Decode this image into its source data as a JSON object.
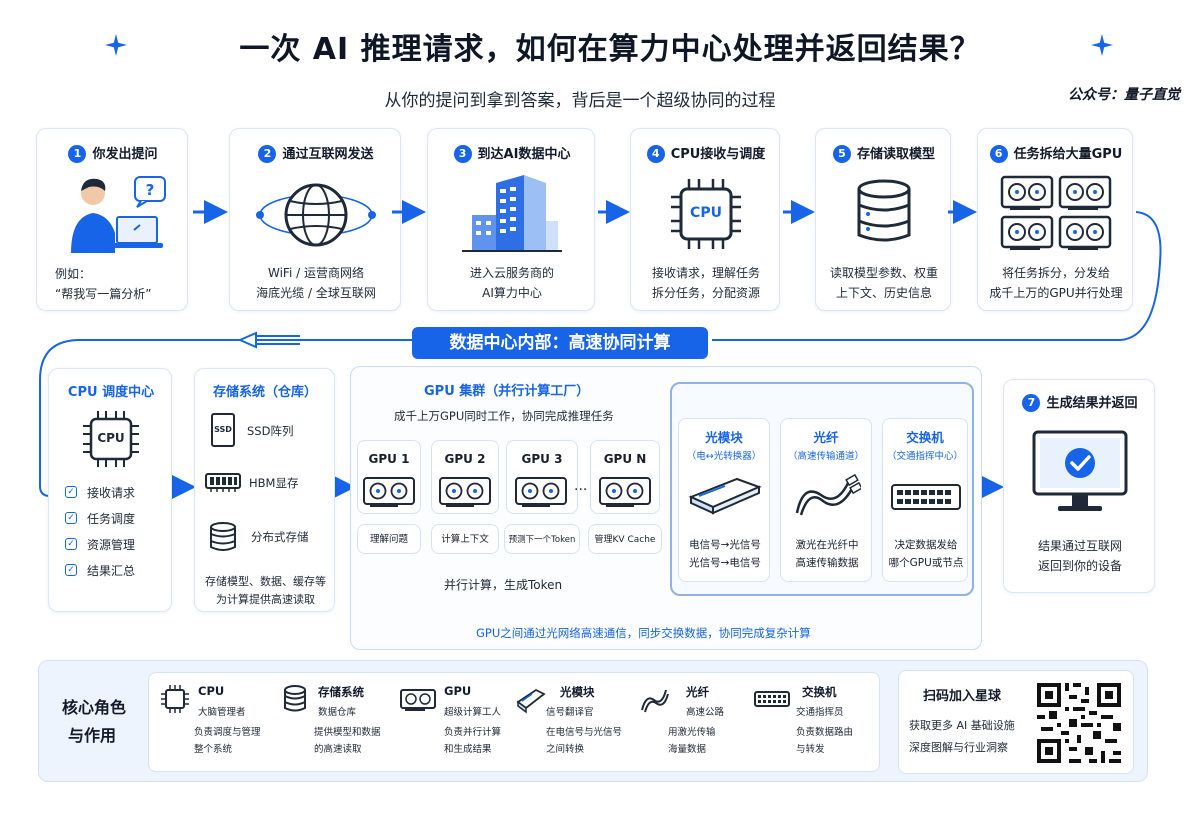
{
  "title": "一次 AI 推理请求，如何在算力中心处理并返回结果？",
  "subtitle": "从你的提问到拿到答案，背后是一个超级协同的过程",
  "watermark": "公众号：量子直觉",
  "colors": {
    "accent": "#1764e8",
    "light": "#e9f1fd",
    "text": "#131a2b"
  },
  "steps": [
    {
      "num": "1",
      "title": "你发出提问",
      "icon": "user-laptop-icon",
      "lines": [
        "例如：",
        "“帮我写一篇分析”"
      ]
    },
    {
      "num": "2",
      "title": "通过互联网发送",
      "icon": "globe-icon",
      "lines": [
        "WiFi / 运营商网络",
        "海底光缆 / 全球互联网"
      ]
    },
    {
      "num": "3",
      "title": "到达AI数据中心",
      "icon": "building-icon",
      "lines": [
        "进入云服务商的",
        "AI算力中心"
      ]
    },
    {
      "num": "4",
      "title": "CPU接收与调度",
      "icon": "cpu-icon",
      "chip_label": "CPU",
      "lines": [
        "接收请求，理解任务",
        "拆分任务，分配资源"
      ]
    },
    {
      "num": "5",
      "title": "存储读取模型",
      "icon": "database-icon",
      "lines": [
        "读取模型参数、权重",
        "上下文、历史信息"
      ]
    },
    {
      "num": "6",
      "title": "任务拆给大量GPU",
      "icon": "gpu-cards-icon",
      "lines": [
        "将任务拆分，分发给",
        "成千上万的GPU并行处理"
      ]
    }
  ],
  "section_banner": "数据中心内部：高速协同计算",
  "cpu_center": {
    "title": "CPU 调度中心",
    "chip_label": "CPU",
    "items": [
      "接收请求",
      "任务调度",
      "资源管理",
      "结果汇总"
    ]
  },
  "storage": {
    "title": "存储系统（仓库）",
    "items": [
      {
        "icon": "ssd-icon",
        "badge": "SSD",
        "label": "SSD阵列"
      },
      {
        "icon": "hbm-icon",
        "label": "HBM显存"
      },
      {
        "icon": "distributed-storage-icon",
        "label": "分布式存储"
      }
    ],
    "desc": [
      "存储模型、数据、缓存等",
      "为计算提供高速读取"
    ]
  },
  "gpu_cluster": {
    "title": "GPU 集群（并行计算工厂）",
    "subtitle": "成千上万GPU同时工作，协同完成推理任务",
    "gpus": [
      {
        "name": "GPU 1",
        "task": "理解问题"
      },
      {
        "name": "GPU 2",
        "task": "计算上下文"
      },
      {
        "name": "GPU 3",
        "task": "预测下一个Token"
      },
      {
        "name": "GPU N",
        "task": "管理KV Cache"
      }
    ],
    "ellipsis": "···",
    "parallel_label": "并行计算，生成Token",
    "bottom_note": "GPU之间通过光网络高速通信，同步交换数据，协同完成复杂计算"
  },
  "network": [
    {
      "title": "光模块",
      "sub": "（电↔光转换器）",
      "icon": "optical-module-icon",
      "lines": [
        "电信号→光信号",
        "光信号→电信号"
      ]
    },
    {
      "title": "光纤",
      "sub": "（高速传输通道）",
      "icon": "fiber-icon",
      "lines": [
        "激光在光纤中",
        "高速传输数据"
      ]
    },
    {
      "title": "交换机",
      "sub": "（交通指挥中心）",
      "icon": "switch-icon",
      "lines": [
        "决定数据发给",
        "哪个GPU或节点"
      ]
    }
  ],
  "step7": {
    "num": "7",
    "title": "生成结果并返回",
    "icon": "monitor-check-icon",
    "lines": [
      "结果通过互联网",
      "返回到你的设备"
    ]
  },
  "roles": {
    "heading": [
      "核心角色",
      "与作用"
    ],
    "items": [
      {
        "icon": "cpu-icon",
        "title": "CPU",
        "sub": "大脑管理者",
        "desc": [
          "负责调度与管理",
          "整个系统"
        ]
      },
      {
        "icon": "database-icon",
        "title": "存储系统",
        "sub": "数据仓库",
        "desc": [
          "提供模型和数据",
          "的高速读取"
        ]
      },
      {
        "icon": "gpu-icon",
        "title": "GPU",
        "sub": "超级计算工人",
        "desc": [
          "负责并行计算",
          "和生成结果"
        ]
      },
      {
        "icon": "optical-module-icon",
        "title": "光模块",
        "sub": "信号翻译官",
        "desc": [
          "在电信号与光信号",
          "之间转换"
        ]
      },
      {
        "icon": "fiber-icon",
        "title": "光纤",
        "sub": "高速公路",
        "desc": [
          "用激光传输",
          "海量数据"
        ]
      },
      {
        "icon": "switch-icon",
        "title": "交换机",
        "sub": "交通指挥员",
        "desc": [
          "负责数据路由",
          "与转发"
        ]
      }
    ]
  },
  "qr": {
    "title": "扫码加入星球",
    "lines": [
      "获取更多 AI 基础设施",
      "深度图解与行业洞察"
    ],
    "icon": "qr-code-icon"
  }
}
